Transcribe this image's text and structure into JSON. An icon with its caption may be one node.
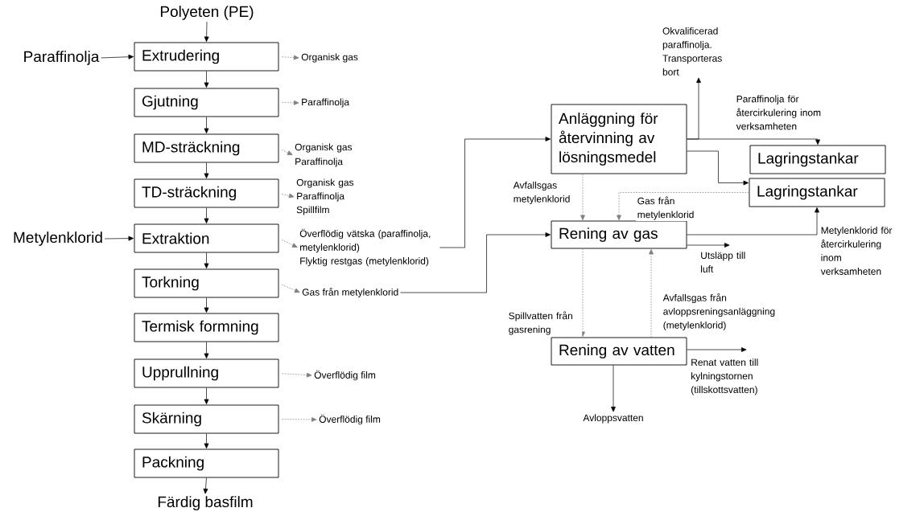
{
  "diagram": {
    "nodes": [
      {
        "text": [
          "Polyeten (PE)"
        ]
      },
      {
        "text": [
          "Paraffinolja"
        ]
      },
      {
        "text": [
          "Extrudering"
        ]
      },
      {
        "text": [
          "Organisk gas"
        ]
      },
      {
        "text": [
          "Gjutning"
        ]
      },
      {
        "text": [
          "Paraffinolja"
        ]
      },
      {
        "text": [
          "MD-sträckning"
        ]
      },
      {
        "text": [
          "Organisk gas",
          "Paraffinolja"
        ]
      },
      {
        "text": [
          "TD-sträckning"
        ]
      },
      {
        "text": [
          "Organisk gas",
          "Paraffinolja",
          "Spillfilm"
        ]
      },
      {
        "text": [
          "Metylenklorid"
        ]
      },
      {
        "text": [
          "Extraktion"
        ]
      },
      {
        "text": [
          "Överflödig vätska (paraffinolja, metylenklorid)",
          "Flyktig restgas (metylenklorid)"
        ]
      },
      {
        "text": [
          "Torkning"
        ]
      },
      {
        "text": [
          "Gas från metylenklorid"
        ]
      },
      {
        "text": [
          "Termisk formning"
        ]
      },
      {
        "text": [
          "Upprullning"
        ]
      },
      {
        "text": [
          "Överflödig film"
        ]
      },
      {
        "text": [
          "Skärning"
        ]
      },
      {
        "text": [
          "Överflödig film"
        ]
      },
      {
        "text": [
          "Packning"
        ]
      },
      {
        "text": [
          "Färdig basfilm"
        ]
      },
      {
        "text": [
          "Anläggning för återvinning av lösningsmedel"
        ]
      },
      {
        "text": [
          "Okvalificerad paraffinolja. Transporteras bort"
        ]
      },
      {
        "text": [
          "Lagringstankar"
        ]
      },
      {
        "text": [
          "Lagringstankar"
        ]
      },
      {
        "text": [
          "Rening av gas"
        ]
      },
      {
        "text": [
          "Utsläpp till luft"
        ]
      },
      {
        "text": [
          "Rening av vatten"
        ]
      },
      {
        "text": [
          "Renat vatten till kylningstornen (tillskottsvatten)"
        ]
      },
      {
        "text": [
          "Avloppsvatten"
        ]
      }
    ],
    "edges": [
      {
        "from": 0,
        "to": 2,
        "arrow": "to"
      },
      {
        "from": 1,
        "to": 2,
        "arrow": "to"
      },
      {
        "from": 2,
        "to": 3,
        "arrow": "to",
        "style": "dashed",
        "color": "#808080"
      },
      {
        "from": 2,
        "to": 4,
        "arrow": "to"
      },
      {
        "from": 4,
        "to": 5,
        "arrow": "to",
        "style": "dashed",
        "color": "#808080"
      },
      {
        "from": 4,
        "to": 6,
        "arrow": "to"
      },
      {
        "from": 6,
        "to": 7,
        "arrow": "to",
        "style": "dashed",
        "color": "#808080"
      },
      {
        "from": 6,
        "to": 8,
        "arrow": "to"
      },
      {
        "from": 8,
        "to": 9,
        "arrow": "to",
        "style": "dashed",
        "color": "#808080"
      },
      {
        "from": 8,
        "to": 11,
        "arrow": "to"
      },
      {
        "from": 10,
        "to": 11,
        "arrow": "to"
      },
      {
        "from": 11,
        "to": 12,
        "arrow": "to",
        "style": "dashed",
        "color": "#808080"
      },
      {
        "from": 11,
        "to": 13,
        "arrow": "to"
      },
      {
        "from": 12,
        "to": 22,
        "arrow": "to"
      },
      {
        "from": 13,
        "to": 14,
        "arrow": "to",
        "style": "dashed",
        "color": "#808080"
      },
      {
        "from": 13,
        "to": 15,
        "arrow": "to"
      },
      {
        "from": 14,
        "to": 26,
        "arrow": "to"
      },
      {
        "from": 15,
        "to": 16,
        "arrow": "to"
      },
      {
        "from": 16,
        "to": 17,
        "arrow": "to",
        "style": "dashed",
        "color": "#808080"
      },
      {
        "from": 16,
        "to": 18,
        "arrow": "to"
      },
      {
        "from": 18,
        "to": 19,
        "arrow": "to",
        "style": "dashed",
        "color": "#808080"
      },
      {
        "from": 18,
        "to": 20,
        "arrow": "to"
      },
      {
        "from": 20,
        "to": 21,
        "arrow": "to"
      },
      {
        "from": 22,
        "to": 23,
        "arrow": "to"
      },
      {
        "from": 22,
        "to": 24,
        "arrow": "to",
        "label": "Paraffinolja för återcirkulering inom verksamheten"
      },
      {
        "from": 22,
        "to": 25,
        "arrow": "to"
      },
      {
        "from": 22,
        "to": 26,
        "arrow": "to",
        "label": "Avfallsgas metylenklorid",
        "style": "dashed",
        "color": "#808080"
      },
      {
        "from": 25,
        "to": 26,
        "arrow": "to",
        "label": "Gas från metylenklorid",
        "style": "dashed",
        "color": "#808080"
      },
      {
        "from": 26,
        "to": 25,
        "arrow": "to",
        "label": "Metylenklorid för återcirkulering inom verksamheten"
      },
      {
        "from": 26,
        "to": 27,
        "arrow": "to"
      },
      {
        "from": 26,
        "to": 28,
        "arrow": "to",
        "label": "Spillvatten från gasrening",
        "style": "dashed",
        "color": "#808080"
      },
      {
        "from": 28,
        "to": 26,
        "arrow": "to",
        "label": "Avfallsgas från avloppsreningsanläggning (metylenklorid)",
        "style": "dashed",
        "color": "#808080"
      },
      {
        "from": 28,
        "to": 29,
        "arrow": "to"
      },
      {
        "from": 28,
        "to": 30,
        "arrow": "to"
      }
    ]
  }
}
